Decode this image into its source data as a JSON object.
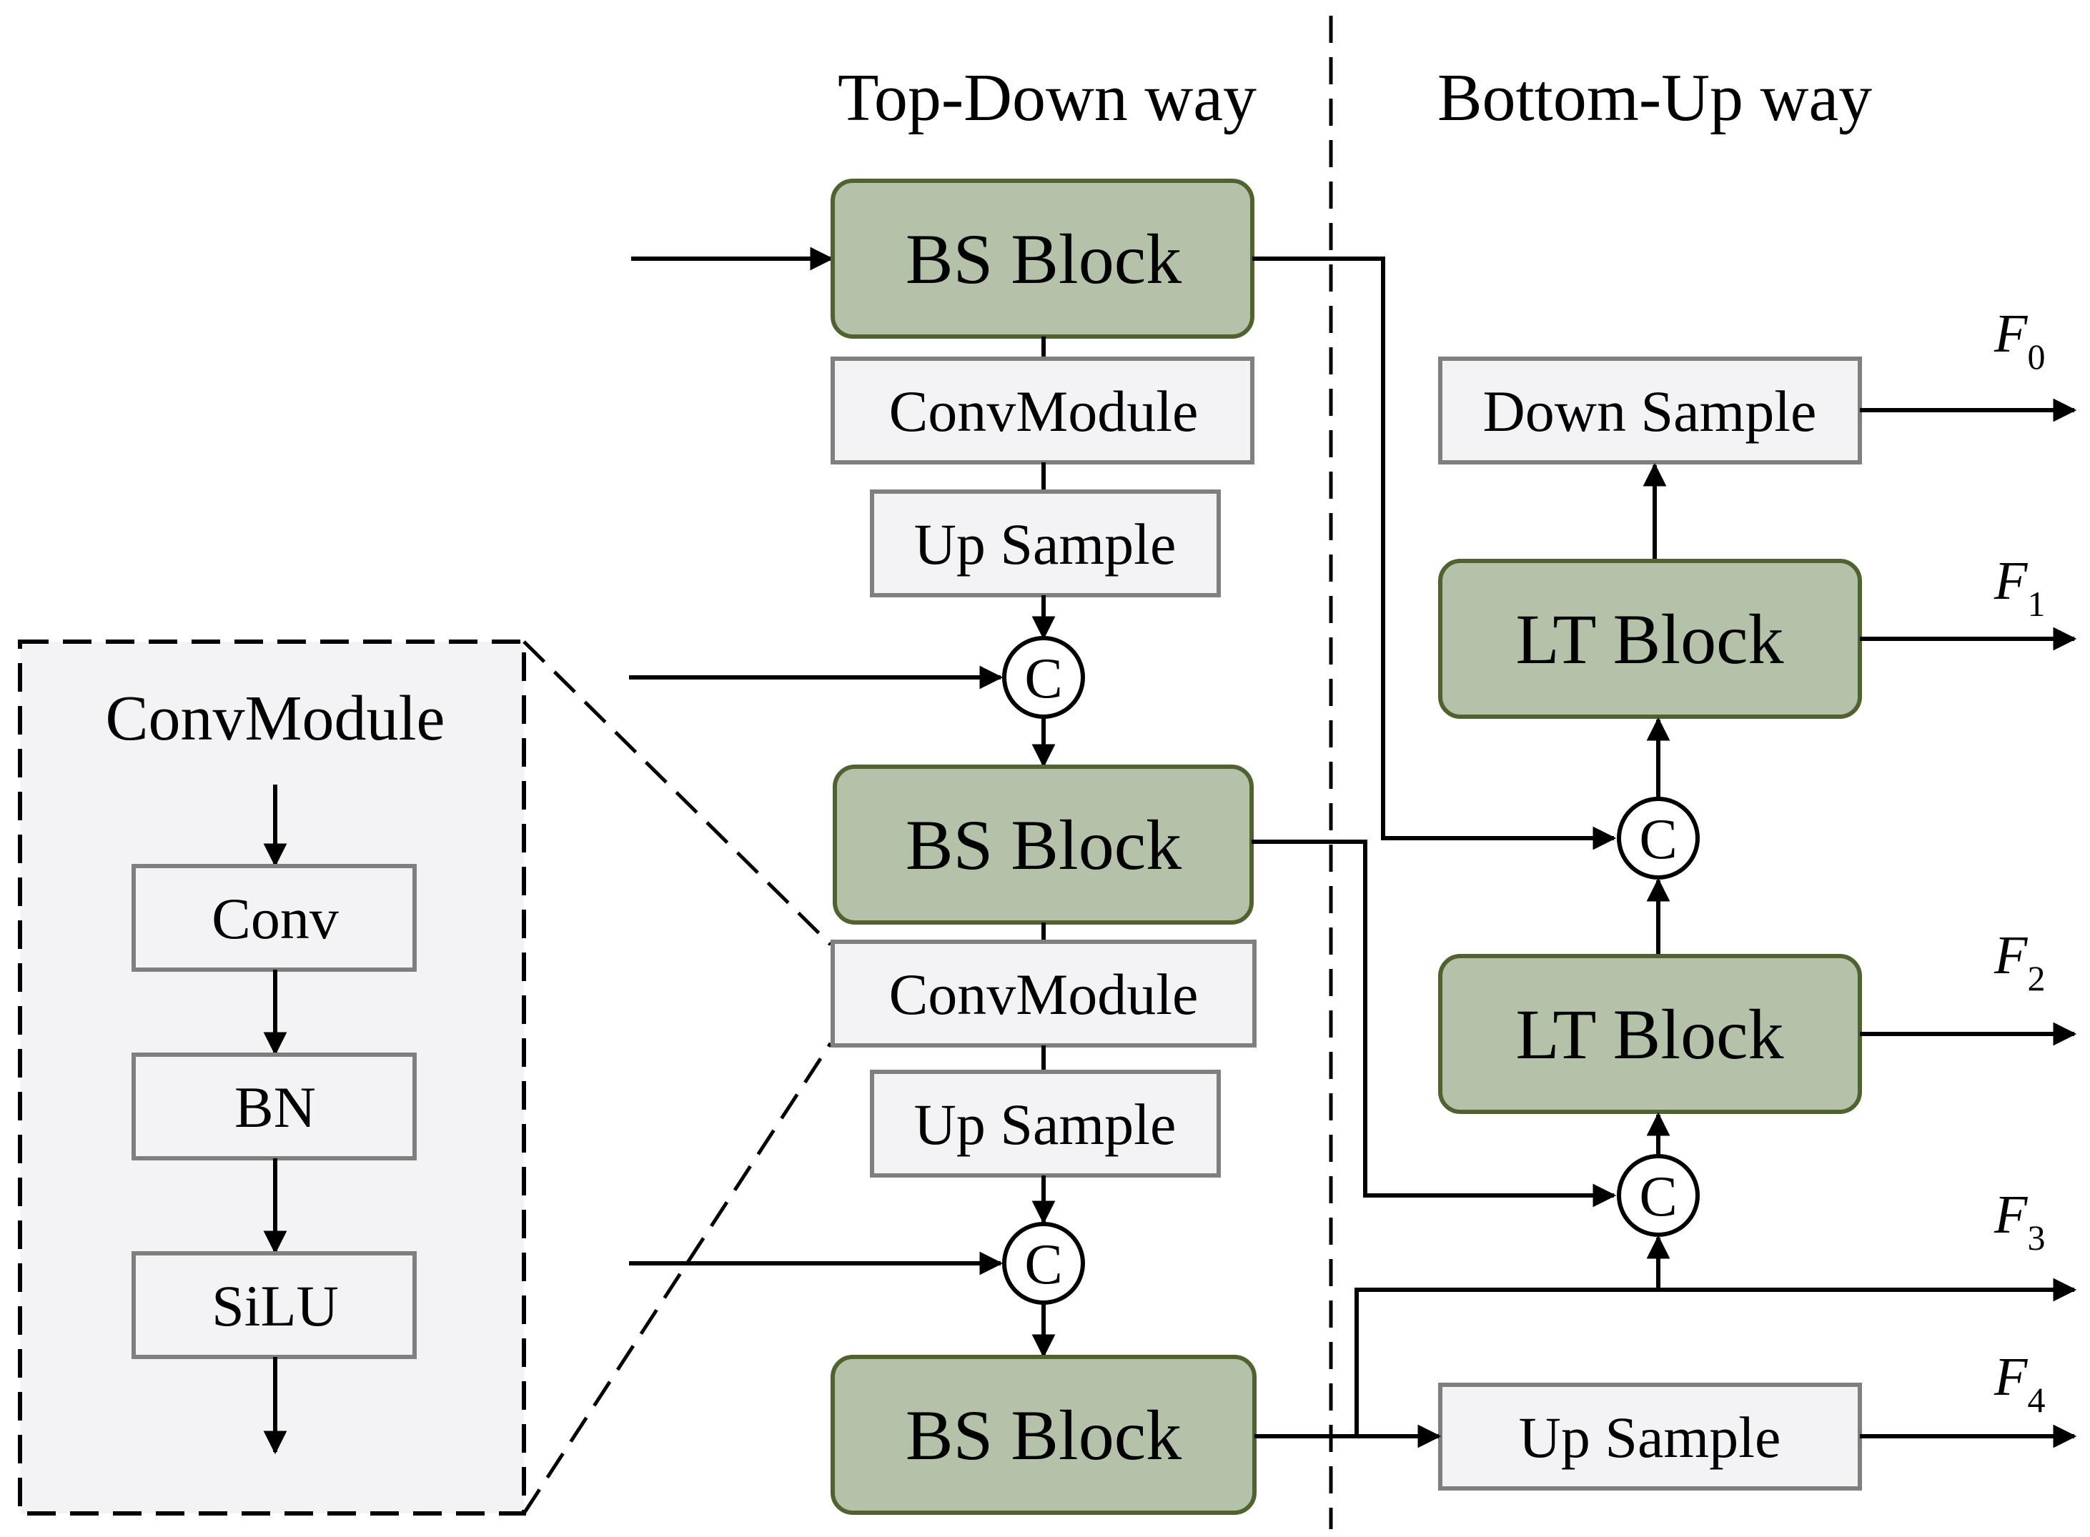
{
  "headers": {
    "top_down": "Top-Down way",
    "bottom_up": "Bottom-Up way"
  },
  "top_down": {
    "bs_block_1": "BS Block",
    "convmodule_1": "ConvModule",
    "up_sample_1": "Up Sample",
    "concat_1": "C",
    "bs_block_2": "BS Block",
    "convmodule_2": "ConvModule",
    "up_sample_2": "Up Sample",
    "concat_2": "C",
    "bs_block_3": "BS Block"
  },
  "bottom_up": {
    "down_sample": "Down Sample",
    "lt_block_1": "LT Block",
    "concat_1": "C",
    "lt_block_2": "LT Block",
    "concat_2": "C",
    "up_sample": "Up Sample"
  },
  "outputs": [
    {
      "name": "F",
      "sub": "0"
    },
    {
      "name": "F",
      "sub": "1"
    },
    {
      "name": "F",
      "sub": "2"
    },
    {
      "name": "F",
      "sub": "3"
    },
    {
      "name": "F",
      "sub": "4"
    }
  ],
  "convmodule_detail": {
    "title": "ConvModule",
    "steps": [
      "Conv",
      "BN",
      "SiLU"
    ]
  },
  "colors": {
    "block_fill": "#b3c2a8",
    "block_stroke": "#4f6230",
    "box_fill": "#f3f3f5",
    "box_stroke": "#7f7f7f",
    "panel_fill": "#f3f3f5"
  }
}
